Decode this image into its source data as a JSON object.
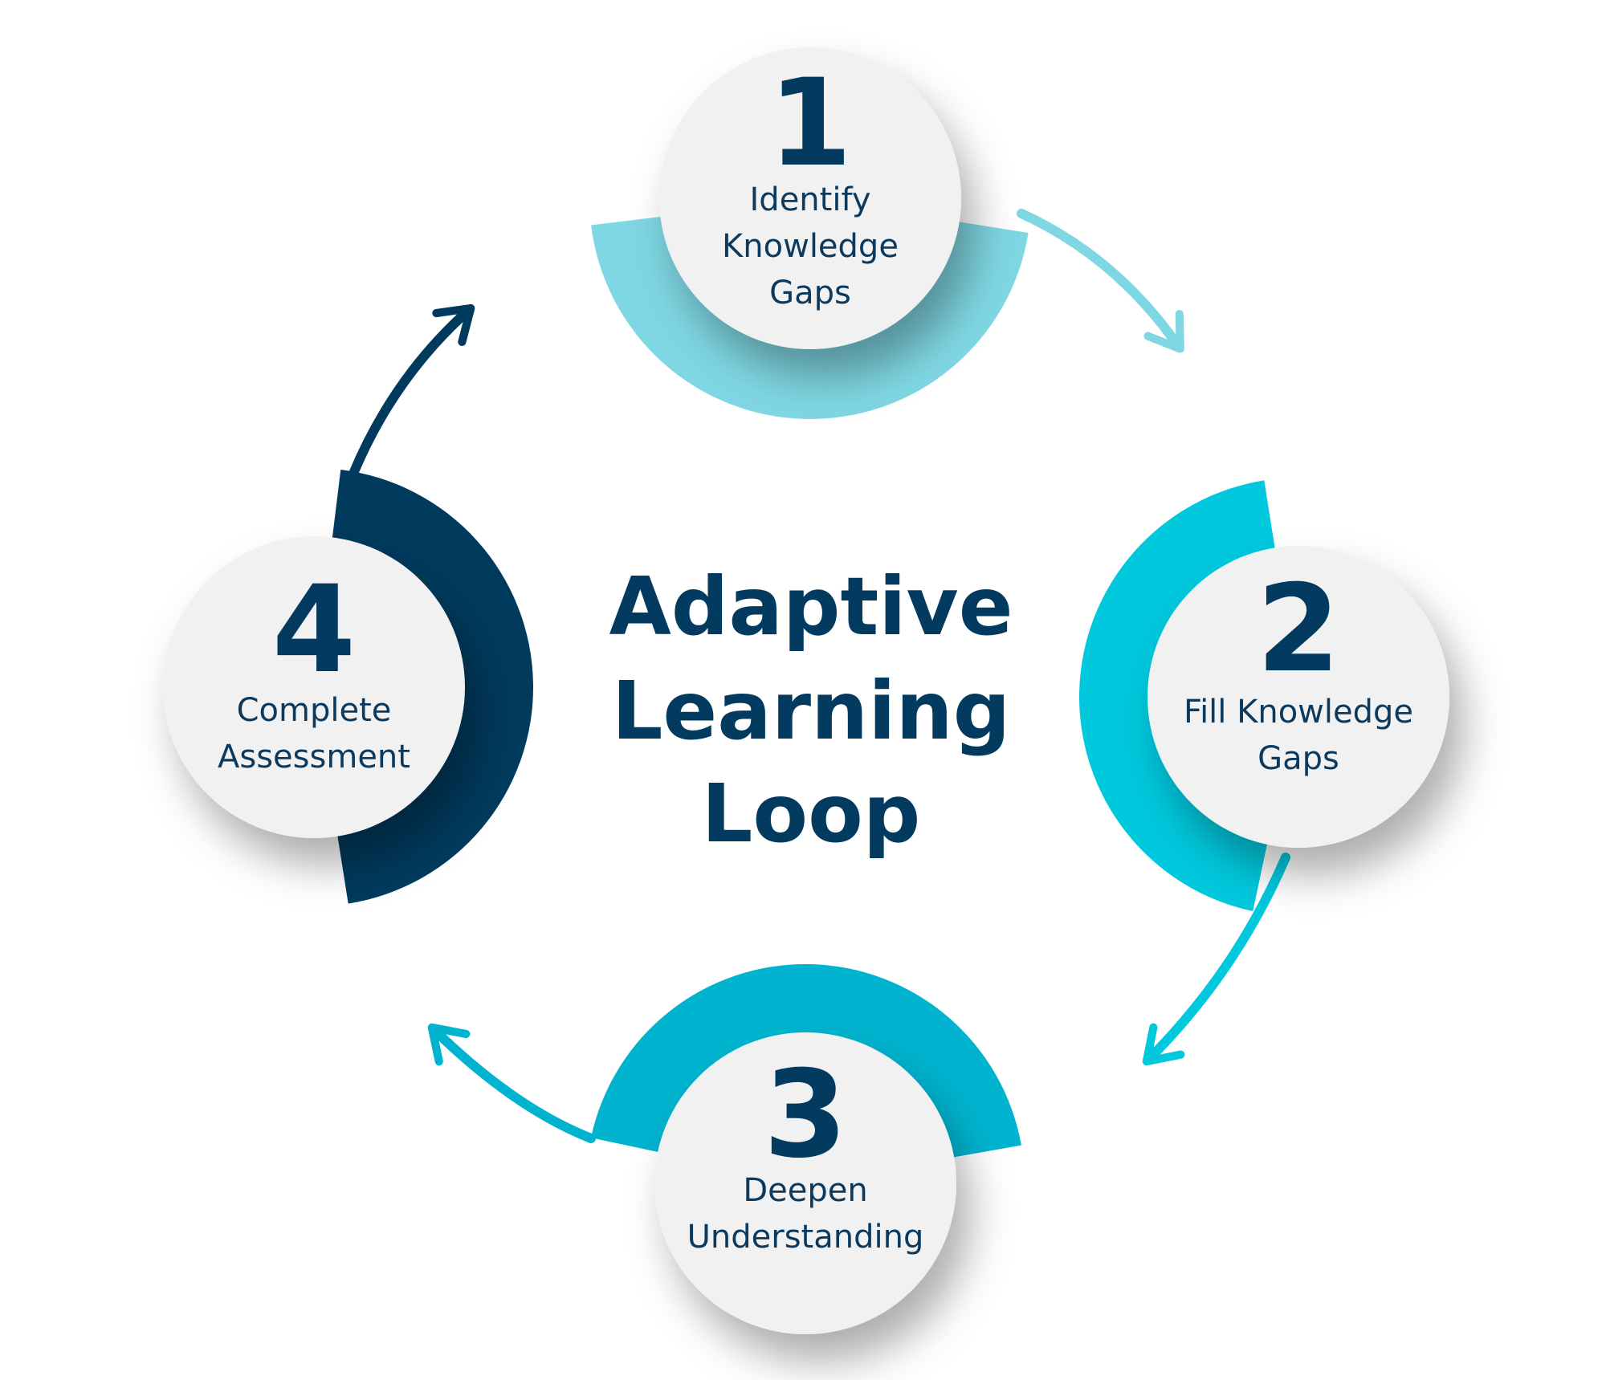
{
  "title": {
    "lines": [
      "Adaptive",
      "Learning",
      "Loop"
    ]
  },
  "steps": [
    {
      "number": "1",
      "label_lines": [
        "Identify",
        "Knowledge",
        "Gaps"
      ],
      "color": "#7fd7e3"
    },
    {
      "number": "2",
      "label_lines": [
        "Fill Knowledge",
        "Gaps"
      ],
      "color": "#00c8dd"
    },
    {
      "number": "3",
      "label_lines": [
        "Deepen",
        "Understanding"
      ],
      "color": "#00b4cf"
    },
    {
      "number": "4",
      "label_lines": [
        "Complete",
        "Assessment"
      ],
      "color": "#003a5d"
    }
  ],
  "colors": {
    "text": "#033a5f",
    "circle_fill": "#f1f1f2",
    "background": "#ffffff"
  }
}
